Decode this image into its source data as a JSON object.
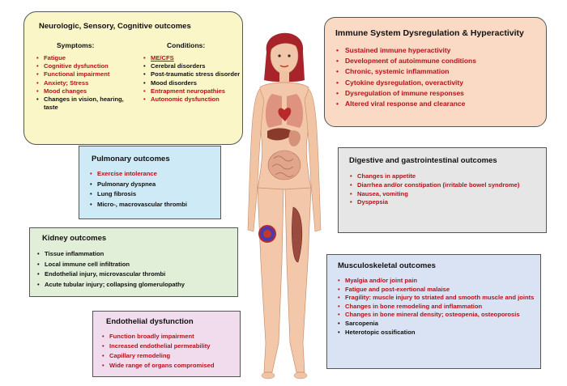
{
  "neuro": {
    "title": "Neurologic, Sensory, Cognitive outcomes",
    "symptoms_header": "Symptoms:",
    "conditions_header": "Conditions:",
    "symptoms": [
      {
        "text": "Fatigue",
        "color": "#b5121b"
      },
      {
        "text": "Cognitive dysfunction",
        "color": "#b5121b"
      },
      {
        "text": "Functional impairment",
        "color": "#b5121b"
      },
      {
        "text": "Anxiety; Stress",
        "color": "#b5121b"
      },
      {
        "text": "Mood changes",
        "color": "#b5121b"
      },
      {
        "text": "Changes in vision, hearing, taste",
        "color": "#111111"
      }
    ],
    "conditions": [
      {
        "text": "ME/CFS",
        "color": "#b5121b",
        "underline": true
      },
      {
        "text": "Cerebral disorders",
        "color": "#111111"
      },
      {
        "text": "Post-traumatic stress disorder",
        "color": "#111111"
      },
      {
        "text": "Mood disorders",
        "color": "#111111"
      },
      {
        "text": "Entrapment neuropathies",
        "color": "#b5121b"
      },
      {
        "text": "Autonomic dysfunction",
        "color": "#b5121b"
      }
    ]
  },
  "immune": {
    "title": "Immune System Dysregulation & Hyperactivity",
    "items": [
      "Sustained immune hyperactivity",
      "Development of autoimmune conditions",
      "Chronic, systemic inflammation",
      "Cytokine dysregulation, overactivity",
      "Dysregulation of immune responses",
      "Altered viral response and clearance"
    ]
  },
  "pulmonary": {
    "title": "Pulmonary outcomes",
    "items": [
      {
        "text": "Exercise intolerance",
        "color": "#b5121b"
      },
      {
        "text": "Pulmonary dyspnea",
        "color": "#111111"
      },
      {
        "text": "Lung fibrosis",
        "color": "#111111"
      },
      {
        "text": "Micro-, macrovascular thrombi",
        "color": "#111111"
      }
    ]
  },
  "kidney": {
    "title": "Kidney outcomes",
    "items": [
      "Tissue inflammation",
      "Local immune cell infiltration",
      "Endothelial injury, microvascular thrombi",
      "Acute tubular injury; collapsing glomerulopathy"
    ]
  },
  "endothelial": {
    "title": "Endothelial dysfunction",
    "items": [
      "Function broadly impairment",
      "Increased endothelial permeability",
      "Capillary remodeling",
      "Wide range of organs compromised"
    ]
  },
  "digestive": {
    "title": "Digestive and gastrointestinal outcomes",
    "items": [
      "Changes in appetite",
      "Diarrhea and/or constipation (irritable bowel syndrome)",
      "Nausea, vomiting",
      "Dyspepsia"
    ]
  },
  "musculoskeletal": {
    "title": "Musculoskeletal outcomes",
    "items": [
      {
        "text": "Myalgia and/or joint pain",
        "color": "#b5121b"
      },
      {
        "text": "Fatigue and post-exertional malaise",
        "color": "#b5121b"
      },
      {
        "text": "Fragility: muscle injury to striated and smooth muscle and joints",
        "color": "#b5121b"
      },
      {
        "text": "Changes in bone remodeling and inflammation",
        "color": "#b5121b"
      },
      {
        "text": "Changes in bone mineral density; osteopenia, osteoporosis",
        "color": "#b5121b"
      },
      {
        "text": "Sarcopenia",
        "color": "#111111"
      },
      {
        "text": "Heterotopic ossification",
        "color": "#111111"
      }
    ]
  },
  "colors": {
    "accent_red": "#b5121b",
    "neuro_bg": "#fbf6c7",
    "immune_bg": "#fad9c5",
    "pulmonary_bg": "#cdeaf6",
    "kidney_bg": "#e2efd8",
    "endothelial_bg": "#f1dced",
    "digestive_bg": "#e6e6e6",
    "musculoskeletal_bg": "#dae3f3"
  }
}
